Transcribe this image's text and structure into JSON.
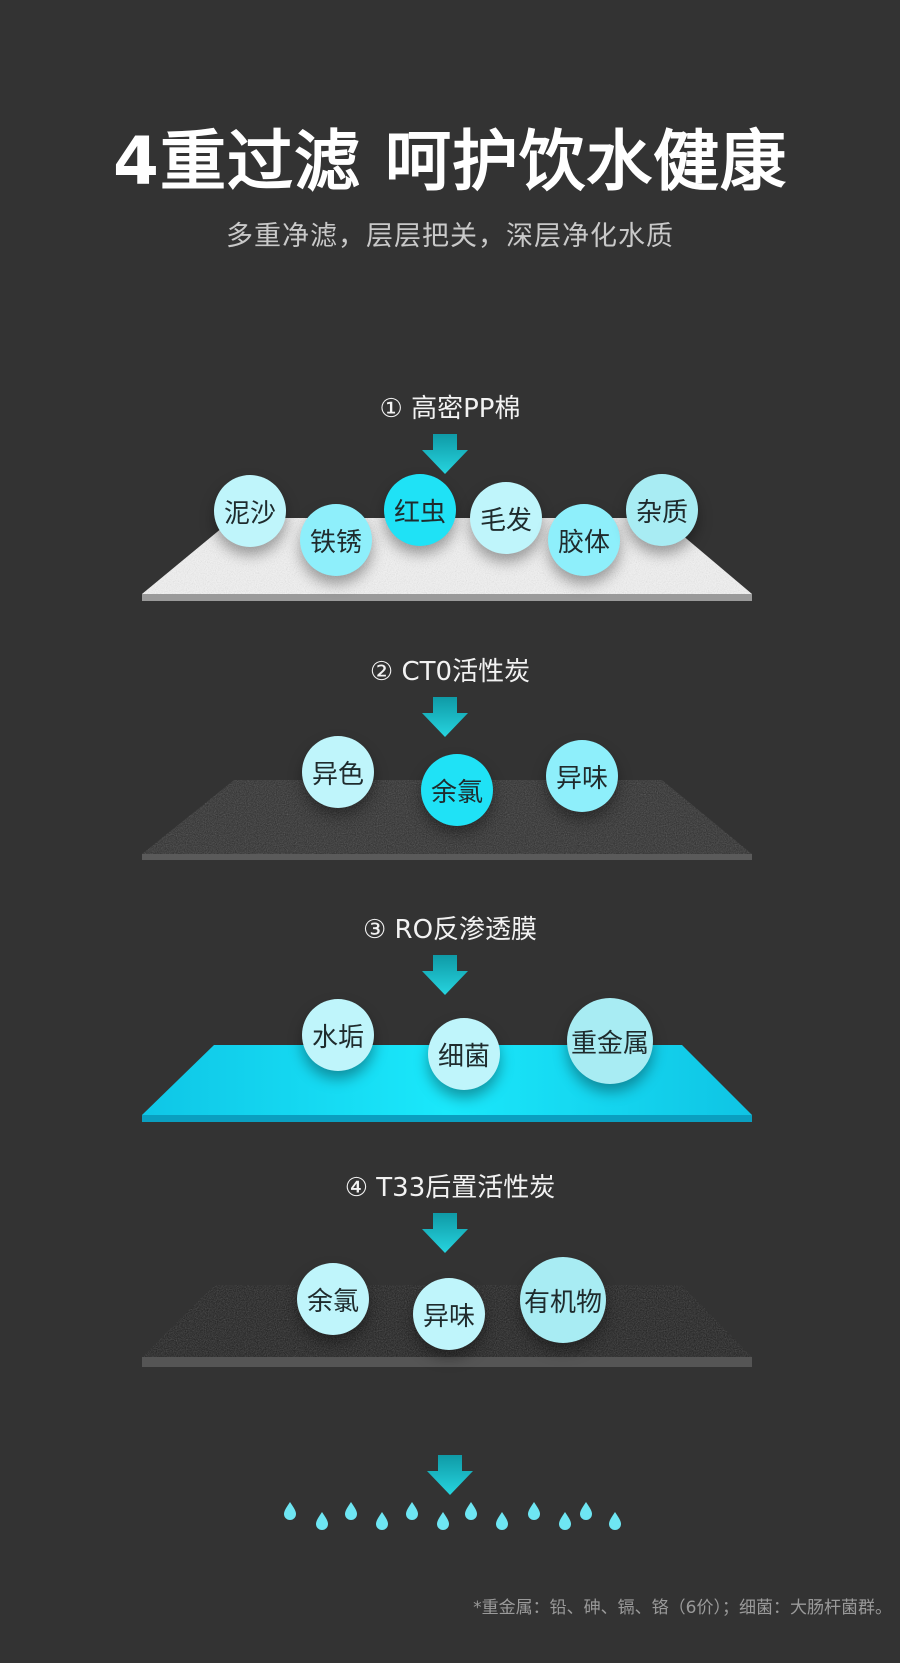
{
  "title": "4重过滤 呵护饮水健康",
  "subtitle": "多重净滤，层层把关，深层净化水质",
  "stages": [
    {
      "label": "① 高密PP棉",
      "layer": "white-cotton",
      "items": [
        "泥沙",
        "铁锈",
        "红虫",
        "毛发",
        "胶体",
        "杂质"
      ]
    },
    {
      "label": "② CT0活性炭",
      "layer": "dark-carbon",
      "items": [
        "异色",
        "余氯",
        "异味"
      ]
    },
    {
      "label": "③ RO反渗透膜",
      "layer": "cyan-membrane",
      "items": [
        "水垢",
        "细菌",
        "重金属"
      ]
    },
    {
      "label": "④ T33后置活性炭",
      "layer": "black-carbon",
      "items": [
        "余氯",
        "异味",
        "有机物"
      ]
    }
  ],
  "output_icon": "water-drops-icon",
  "footnote": "*重金属：铅、砷、镉、铬（6价）；细菌：大肠杆菌群。",
  "colors": {
    "background": "#333333",
    "arrow": "#19c3cf",
    "membrane": "#16d9f5",
    "drop": "#6ee6f3"
  }
}
